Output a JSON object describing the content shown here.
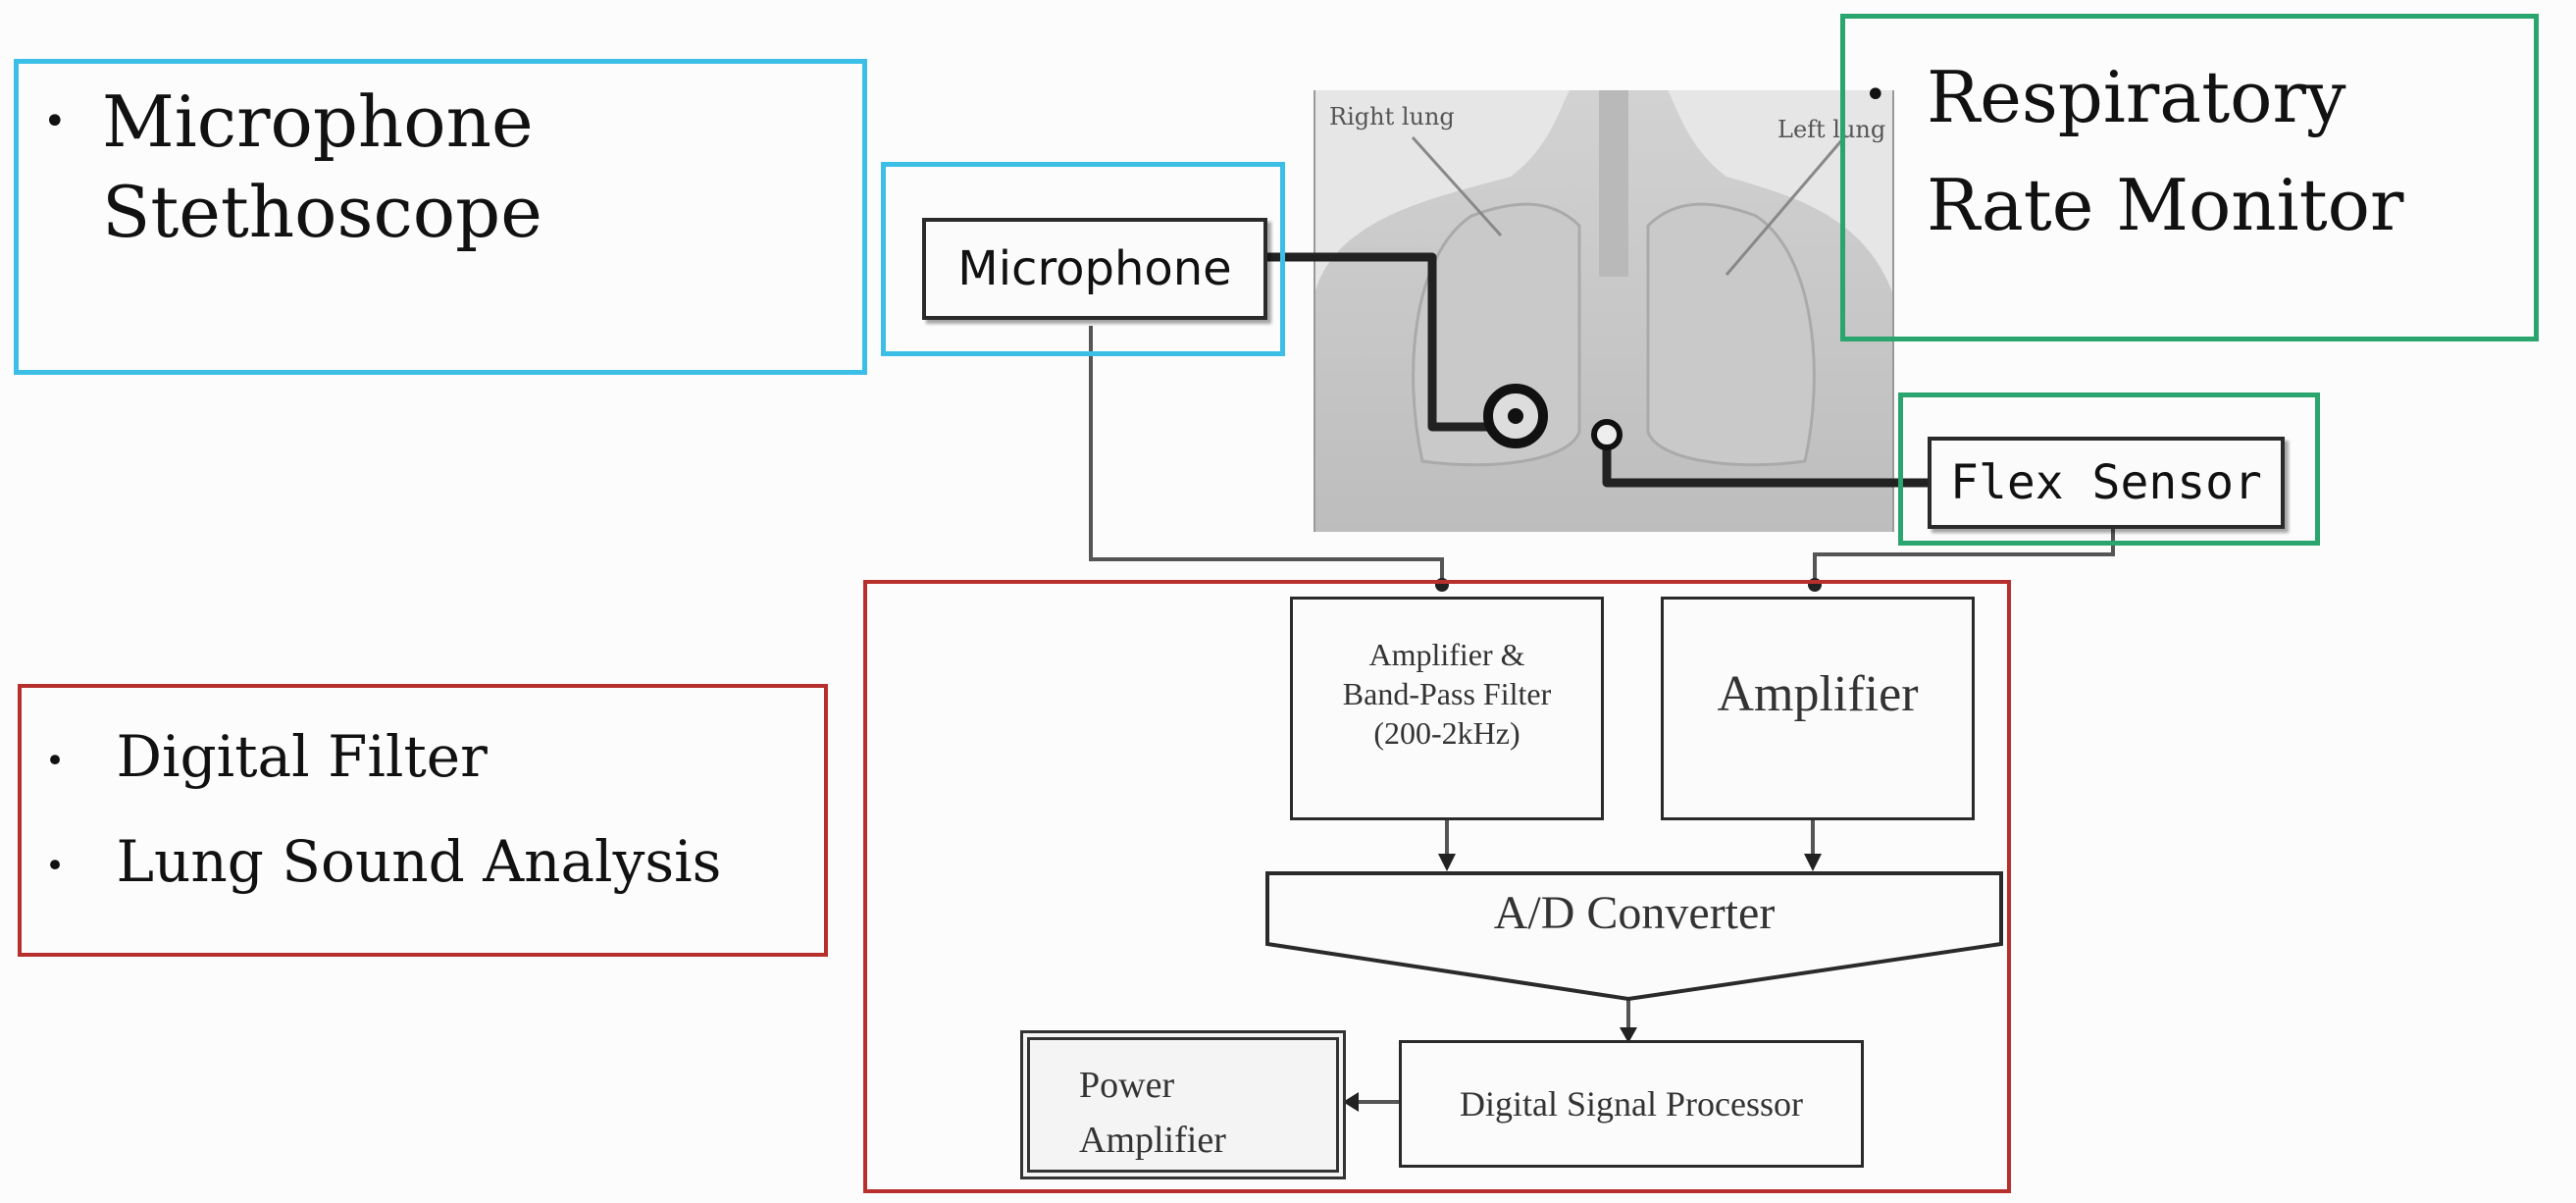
{
  "summary_boxes": {
    "microphone_stethoscope": {
      "text": "Microphone\nStethoscope"
    },
    "respiratory_rate_monitor": {
      "text": "Respiratory\nRate Monitor"
    },
    "processing": {
      "items": [
        "Digital Filter",
        "Lung Sound Analysis"
      ]
    }
  },
  "illustration": {
    "right_lung_label": "Right lung",
    "left_lung_label": "Left lung"
  },
  "blocks": {
    "microphone": "Microphone",
    "flex_sensor": "Flex Sensor",
    "amp_bpf": "Amplifier &\nBand-Pass Filter\n(200-2kHz)",
    "amplifier": "Amplifier",
    "adc": "A/D Converter",
    "dsp": "Digital Signal Processor",
    "power_amp": "Power\nAmplifier"
  },
  "colors": {
    "blue_frame": "#3bbfe6",
    "green_frame": "#2aa56e",
    "red_frame": "#b8302e"
  }
}
